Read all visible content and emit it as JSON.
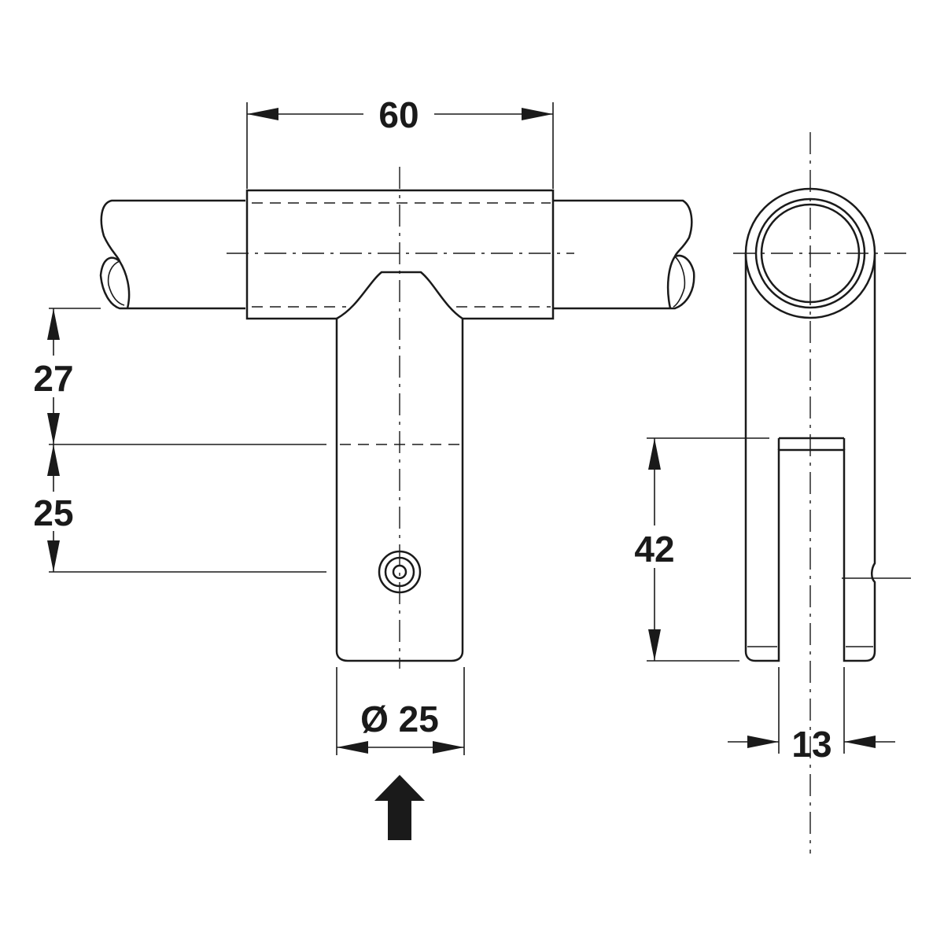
{
  "dimensions": {
    "overall_width": "60",
    "upper_height": "27",
    "lower_height": "25",
    "tube_diameter": "Ø 25",
    "slot_height": "42",
    "slot_width": "13"
  },
  "colors": {
    "line": "#1a1a1a",
    "background": "#ffffff"
  },
  "icons": {
    "direction_arrow": "arrow-up-icon"
  }
}
